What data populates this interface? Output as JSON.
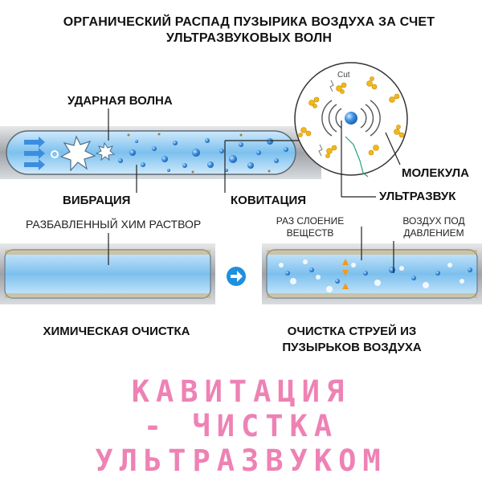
{
  "title": "ОРГАНИЧЕСКИЙ РАСПАД ПУЗЫРИКА ВОЗДУХА ЗА СЧЕТ УЛЬТРАЗВУКОВЫХ ВОЛН",
  "labels": {
    "shock_wave": "УДАРНАЯ ВОЛНА",
    "vibration": "ВИБРАЦИЯ",
    "cavitation": "КОВИТАЦИЯ",
    "molecule": "МОЛЕКУЛА",
    "ultrasound": "УЛЬТРАЗВУК",
    "cut": "Cut",
    "diluted_solution": "РАЗБАВЛЕННЫЙ ХИМ РАСТВОР",
    "separation": "РАЗ СЛОЕНИЕ ВЕЩЕСТВ",
    "air_pressure": "ВОЗДУХ ПОД ДАВЛЕНИЕМ",
    "chemical_cleaning": "ХИМИЧЕСКАЯ ОЧИСТКА",
    "bubble_cleaning": "ОЧИСТКА СТРУЕЙ ИЗ ПУЗЫРЬКОВ ВОЗДУХА"
  },
  "headline": {
    "line1": "КАВИТАЦИЯ",
    "line2": "- ЧИСТКА",
    "line3": "УЛЬТРАЗВУКОМ"
  },
  "colors": {
    "headline": "#ee82b4",
    "liquid": "#8fcbef",
    "pipe": "#b8bcc0",
    "bubble": "#2b7fd0",
    "molecule": "#f2b818",
    "arrow_circle": "#1f8fe0"
  },
  "icons": {
    "next_arrow": "arrow-right-circle-icon"
  }
}
